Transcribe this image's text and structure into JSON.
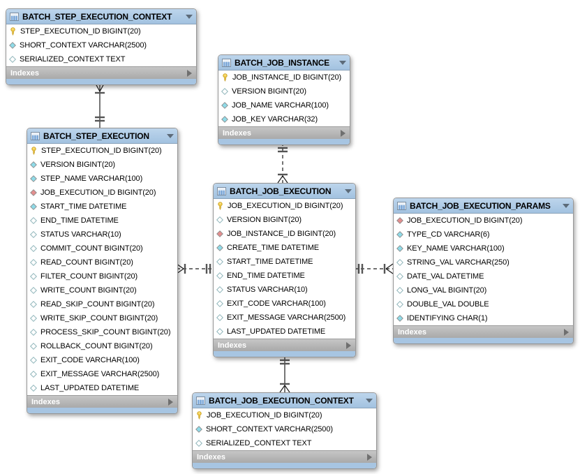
{
  "diagram": {
    "kind": "er-diagram",
    "colors": {
      "table_header_blue": "#a9c6e3",
      "indexes_footer_gray": "#b4b4b4",
      "primary_key_yellow": "#f2cd4a",
      "foreign_key_red": "#e38e8e",
      "column_cyan": "#8fdbe8",
      "line_black": "#1a1a1a",
      "marker_gray": "#555555"
    }
  },
  "tables": [
    {
      "title": "BATCH_STEP_EXECUTION_CONTEXT",
      "header_icon": "table-icon",
      "collapse_icon": "chevron-down-icon",
      "footer_label": "Indexes",
      "footer_icon": "chevron-right-icon",
      "fields": [
        {
          "icon": "primary-key-icon",
          "label": "STEP_EXECUTION_ID BIGINT(20)"
        },
        {
          "icon": "column-notnull-icon",
          "label": "SHORT_CONTEXT VARCHAR(2500)"
        },
        {
          "icon": "column-nullable-icon",
          "label": "SERIALIZED_CONTEXT TEXT"
        }
      ]
    },
    {
      "title": "BATCH_JOB_INSTANCE",
      "header_icon": "table-icon",
      "collapse_icon": "chevron-down-icon",
      "footer_label": "Indexes",
      "footer_icon": "chevron-right-icon",
      "fields": [
        {
          "icon": "primary-key-icon",
          "label": "JOB_INSTANCE_ID BIGINT(20)"
        },
        {
          "icon": "column-nullable-icon",
          "label": "VERSION BIGINT(20)"
        },
        {
          "icon": "column-notnull-icon",
          "label": "JOB_NAME VARCHAR(100)"
        },
        {
          "icon": "column-notnull-icon",
          "label": "JOB_KEY VARCHAR(32)"
        }
      ]
    },
    {
      "title": "BATCH_STEP_EXECUTION",
      "header_icon": "table-icon",
      "collapse_icon": "chevron-down-icon",
      "footer_label": "Indexes",
      "footer_icon": "chevron-right-icon",
      "fields": [
        {
          "icon": "primary-key-icon",
          "label": "STEP_EXECUTION_ID BIGINT(20)"
        },
        {
          "icon": "column-notnull-icon",
          "label": "VERSION BIGINT(20)"
        },
        {
          "icon": "column-notnull-icon",
          "label": "STEP_NAME VARCHAR(100)"
        },
        {
          "icon": "foreign-key-icon",
          "label": "JOB_EXECUTION_ID BIGINT(20)"
        },
        {
          "icon": "column-notnull-icon",
          "label": "START_TIME DATETIME"
        },
        {
          "icon": "column-nullable-icon",
          "label": "END_TIME DATETIME"
        },
        {
          "icon": "column-nullable-icon",
          "label": "STATUS VARCHAR(10)"
        },
        {
          "icon": "column-nullable-icon",
          "label": "COMMIT_COUNT BIGINT(20)"
        },
        {
          "icon": "column-nullable-icon",
          "label": "READ_COUNT BIGINT(20)"
        },
        {
          "icon": "column-nullable-icon",
          "label": "FILTER_COUNT BIGINT(20)"
        },
        {
          "icon": "column-nullable-icon",
          "label": "WRITE_COUNT BIGINT(20)"
        },
        {
          "icon": "column-nullable-icon",
          "label": "READ_SKIP_COUNT BIGINT(20)"
        },
        {
          "icon": "column-nullable-icon",
          "label": "WRITE_SKIP_COUNT BIGINT(20)"
        },
        {
          "icon": "column-nullable-icon",
          "label": "PROCESS_SKIP_COUNT BIGINT(20)"
        },
        {
          "icon": "column-nullable-icon",
          "label": "ROLLBACK_COUNT BIGINT(20)"
        },
        {
          "icon": "column-nullable-icon",
          "label": "EXIT_CODE VARCHAR(100)"
        },
        {
          "icon": "column-nullable-icon",
          "label": "EXIT_MESSAGE VARCHAR(2500)"
        },
        {
          "icon": "column-nullable-icon",
          "label": "LAST_UPDATED DATETIME"
        }
      ]
    },
    {
      "title": "BATCH_JOB_EXECUTION",
      "header_icon": "table-icon",
      "collapse_icon": "chevron-down-icon",
      "footer_label": "Indexes",
      "footer_icon": "chevron-right-icon",
      "fields": [
        {
          "icon": "primary-key-icon",
          "label": "JOB_EXECUTION_ID BIGINT(20)"
        },
        {
          "icon": "column-nullable-icon",
          "label": "VERSION BIGINT(20)"
        },
        {
          "icon": "foreign-key-icon",
          "label": "JOB_INSTANCE_ID BIGINT(20)"
        },
        {
          "icon": "column-notnull-icon",
          "label": "CREATE_TIME DATETIME"
        },
        {
          "icon": "column-nullable-icon",
          "label": "START_TIME DATETIME"
        },
        {
          "icon": "column-nullable-icon",
          "label": "END_TIME DATETIME"
        },
        {
          "icon": "column-nullable-icon",
          "label": "STATUS VARCHAR(10)"
        },
        {
          "icon": "column-nullable-icon",
          "label": "EXIT_CODE VARCHAR(100)"
        },
        {
          "icon": "column-nullable-icon",
          "label": "EXIT_MESSAGE VARCHAR(2500)"
        },
        {
          "icon": "column-nullable-icon",
          "label": "LAST_UPDATED DATETIME"
        }
      ]
    },
    {
      "title": "BATCH_JOB_EXECUTION_PARAMS",
      "header_icon": "table-icon",
      "collapse_icon": "chevron-down-icon",
      "footer_label": "Indexes",
      "footer_icon": "chevron-right-icon",
      "fields": [
        {
          "icon": "foreign-key-icon",
          "label": "JOB_EXECUTION_ID BIGINT(20)"
        },
        {
          "icon": "column-notnull-icon",
          "label": "TYPE_CD VARCHAR(6)"
        },
        {
          "icon": "column-notnull-icon",
          "label": "KEY_NAME VARCHAR(100)"
        },
        {
          "icon": "column-nullable-icon",
          "label": "STRING_VAL VARCHAR(250)"
        },
        {
          "icon": "column-nullable-icon",
          "label": "DATE_VAL DATETIME"
        },
        {
          "icon": "column-nullable-icon",
          "label": "LONG_VAL BIGINT(20)"
        },
        {
          "icon": "column-nullable-icon",
          "label": "DOUBLE_VAL DOUBLE"
        },
        {
          "icon": "column-notnull-icon",
          "label": "IDENTIFYING CHAR(1)"
        }
      ]
    },
    {
      "title": "BATCH_JOB_EXECUTION_CONTEXT",
      "header_icon": "table-icon",
      "collapse_icon": "chevron-down-icon",
      "footer_label": "Indexes",
      "footer_icon": "chevron-right-icon",
      "fields": [
        {
          "icon": "primary-key-icon",
          "label": "JOB_EXECUTION_ID BIGINT(20)"
        },
        {
          "icon": "column-notnull-icon",
          "label": "SHORT_CONTEXT VARCHAR(2500)"
        },
        {
          "icon": "column-nullable-icon",
          "label": "SERIALIZED_CONTEXT TEXT"
        }
      ]
    }
  ],
  "relationships": [
    {
      "one_side": "BATCH_STEP_EXECUTION",
      "many_side": "BATCH_STEP_EXECUTION_CONTEXT",
      "line": "solid",
      "one_marker": "double-bar",
      "many_marker": "crow-foot-bar"
    },
    {
      "one_side": "BATCH_JOB_INSTANCE",
      "many_side": "BATCH_JOB_EXECUTION",
      "line": "dashed",
      "one_marker": "double-bar",
      "many_marker": "crow-foot-bar"
    },
    {
      "one_side": "BATCH_JOB_EXECUTION",
      "many_side": "BATCH_STEP_EXECUTION",
      "line": "dashed",
      "one_marker": "double-bar",
      "many_marker": "crow-foot-bar"
    },
    {
      "one_side": "BATCH_JOB_EXECUTION",
      "many_side": "BATCH_JOB_EXECUTION_PARAMS",
      "line": "dashed",
      "one_marker": "double-bar",
      "many_marker": "crow-foot-bar"
    },
    {
      "one_side": "BATCH_JOB_EXECUTION",
      "many_side": "BATCH_JOB_EXECUTION_CONTEXT",
      "line": "solid",
      "one_marker": "double-bar",
      "many_marker": "crow-foot-bar"
    }
  ]
}
